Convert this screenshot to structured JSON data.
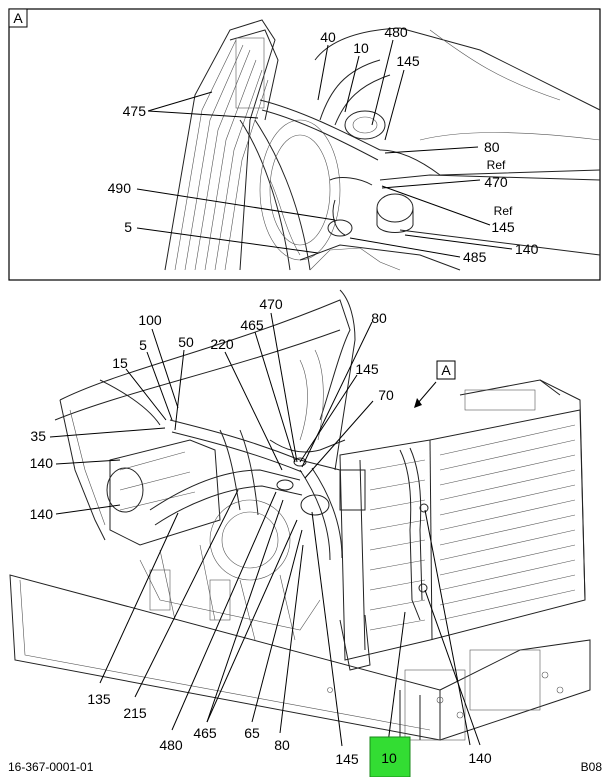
{
  "inset": {
    "tag": "A",
    "labels": {
      "l40": "40",
      "l10": "10",
      "l480": "480",
      "l145": "145",
      "l475": "475",
      "l80": "80",
      "ref1": "Ref",
      "l470": "470",
      "l490": "490",
      "ref2": "Ref",
      "l145b": "145",
      "l5": "5",
      "l140": "140",
      "l485": "485"
    }
  },
  "main": {
    "view_tag": "A",
    "labels": {
      "l470": "470",
      "l100": "100",
      "l80": "80",
      "l465": "465",
      "l5": "5",
      "l50": "50",
      "l220": "220",
      "l145": "145",
      "l15": "15",
      "l70": "70",
      "l35": "35",
      "l140a": "140",
      "l140b": "140",
      "l135": "135",
      "l215": "215",
      "l480": "480",
      "l465b": "465",
      "l65": "65",
      "l80b": "80",
      "l145b": "145",
      "l10": "10",
      "l140c": "140"
    },
    "highlight_color": "#33dd33"
  },
  "footer": {
    "drawing_number": "16-367-0001-01",
    "page_code": "B08"
  }
}
